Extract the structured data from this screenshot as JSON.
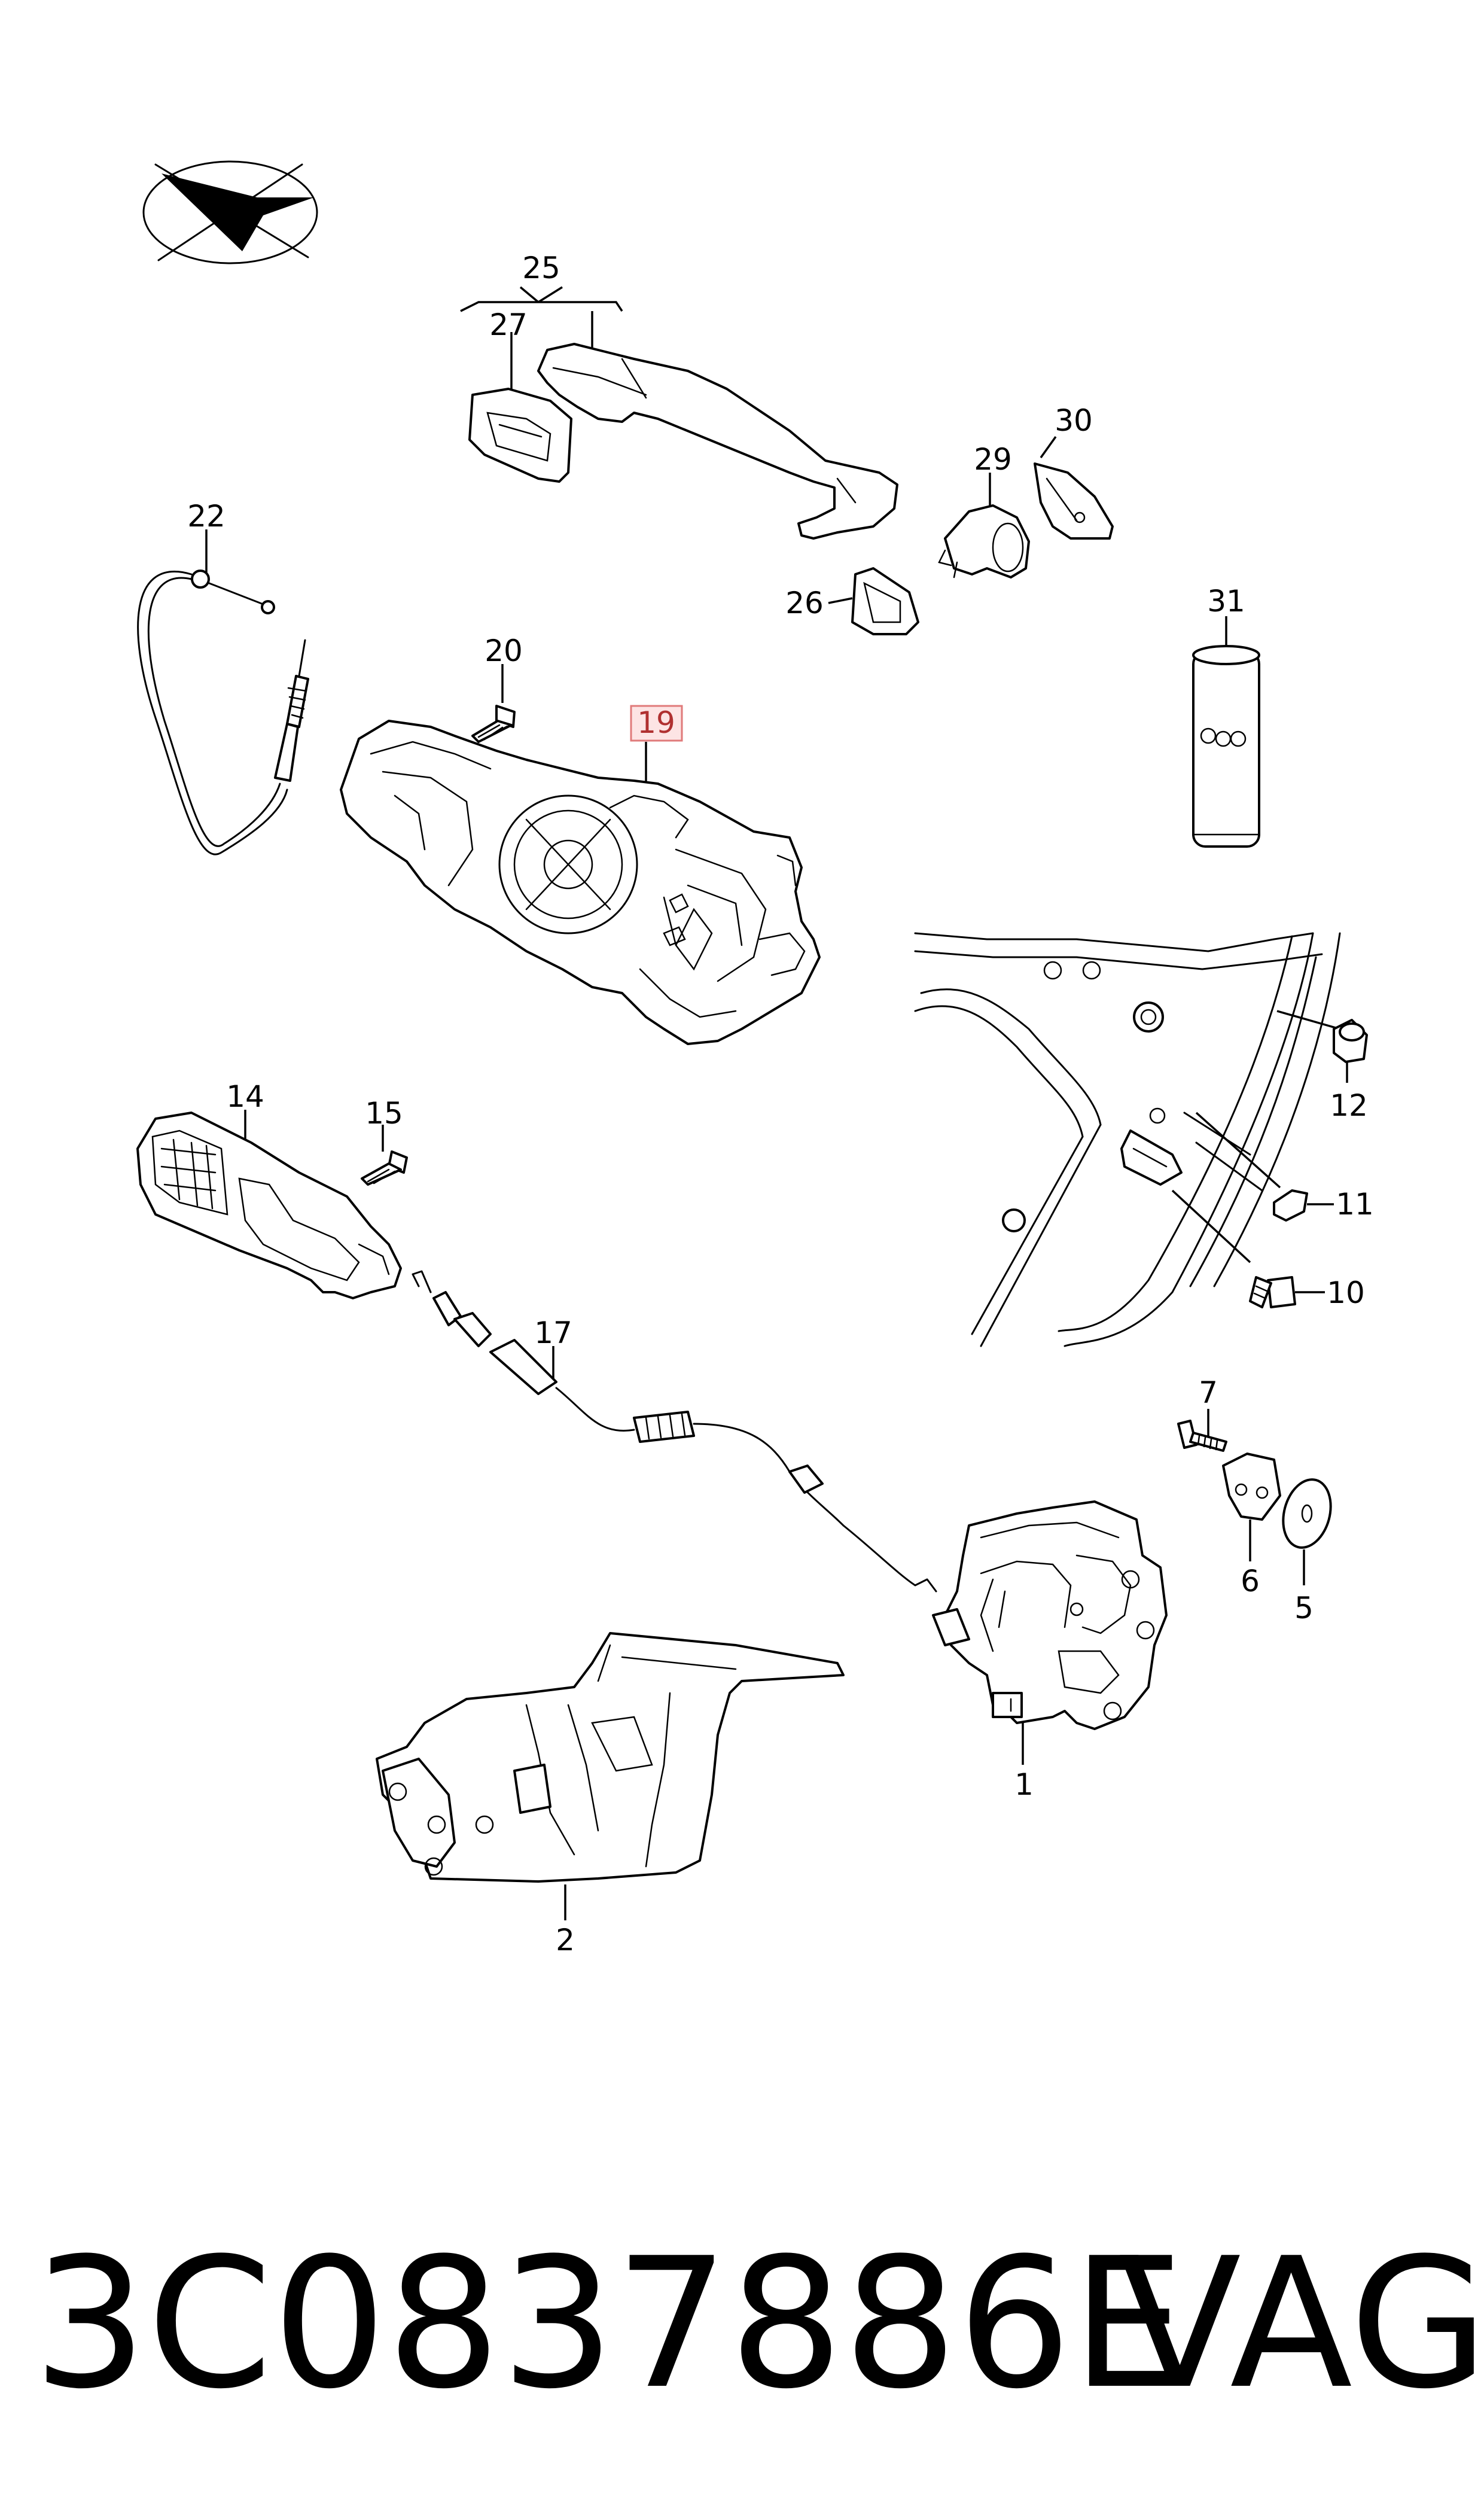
{
  "labels": {
    "l1": "1",
    "l2": "2",
    "l5": "5",
    "l6": "6",
    "l7": "7",
    "l10": "10",
    "l11": "11",
    "l12": "12",
    "l14": "14",
    "l15": "15",
    "l17": "17",
    "l19": "19",
    "l20": "20",
    "l22": "22",
    "l25": "25",
    "l26": "26",
    "l27": "27",
    "l29": "29",
    "l30": "30",
    "l31": "31"
  },
  "highlighted_label": "19",
  "highlight_color": "#fde4e4",
  "footer": {
    "part_number": "3C0837886E",
    "brand": "VAG"
  }
}
